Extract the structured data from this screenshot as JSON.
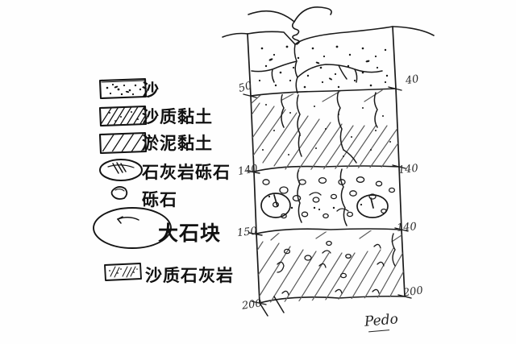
{
  "figure": {
    "type": "hand-drawn-soil-profile-diagram",
    "title": "",
    "background_color": "#fefefe",
    "ink_color": "#1a1a1a"
  },
  "legend": {
    "items": [
      {
        "id": "sand",
        "label": "沙",
        "swatch": "rectangle-dotted"
      },
      {
        "id": "sandy-clay",
        "label": "沙质黏土",
        "swatch": "rectangle-hatched-dotted"
      },
      {
        "id": "silty-clay",
        "label": "淤泥黏土",
        "swatch": "rectangle-hatched"
      },
      {
        "id": "limestone-gravel",
        "label": "石灰岩砾石",
        "swatch": "ellipse-hatched"
      },
      {
        "id": "gravel",
        "label": "砾石",
        "swatch": "small-ellipse"
      },
      {
        "id": "large-stone",
        "label": "大石块",
        "swatch": "large-ellipse"
      },
      {
        "id": "sandy-limestone",
        "label": "沙质石灰岩",
        "swatch": "rectangle-speckled"
      }
    ]
  },
  "profile": {
    "description": "Soil profile column with four layers and a plant at the surface",
    "layers": [
      {
        "id": "layer-sand",
        "material": "沙",
        "pattern": "dots"
      },
      {
        "id": "layer-sandy-clay",
        "material": "沙质黏土",
        "pattern": "diagonal-hatch-with-dots"
      },
      {
        "id": "layer-gravel",
        "material": "砾石",
        "pattern": "pebbles-with-large-stones"
      },
      {
        "id": "layer-silty-clay",
        "material": "淤泥黏土",
        "pattern": "diagonal-hatch"
      }
    ],
    "plant": {
      "id": "surface-plant",
      "description": "coiled-stem-plant-with-two-leaves"
    },
    "depth_labels_left": [
      "50",
      "140",
      "150",
      "200"
    ],
    "depth_labels_right": [
      "40",
      "140",
      "140",
      "200"
    ]
  },
  "signature": {
    "text": "Pedo"
  }
}
